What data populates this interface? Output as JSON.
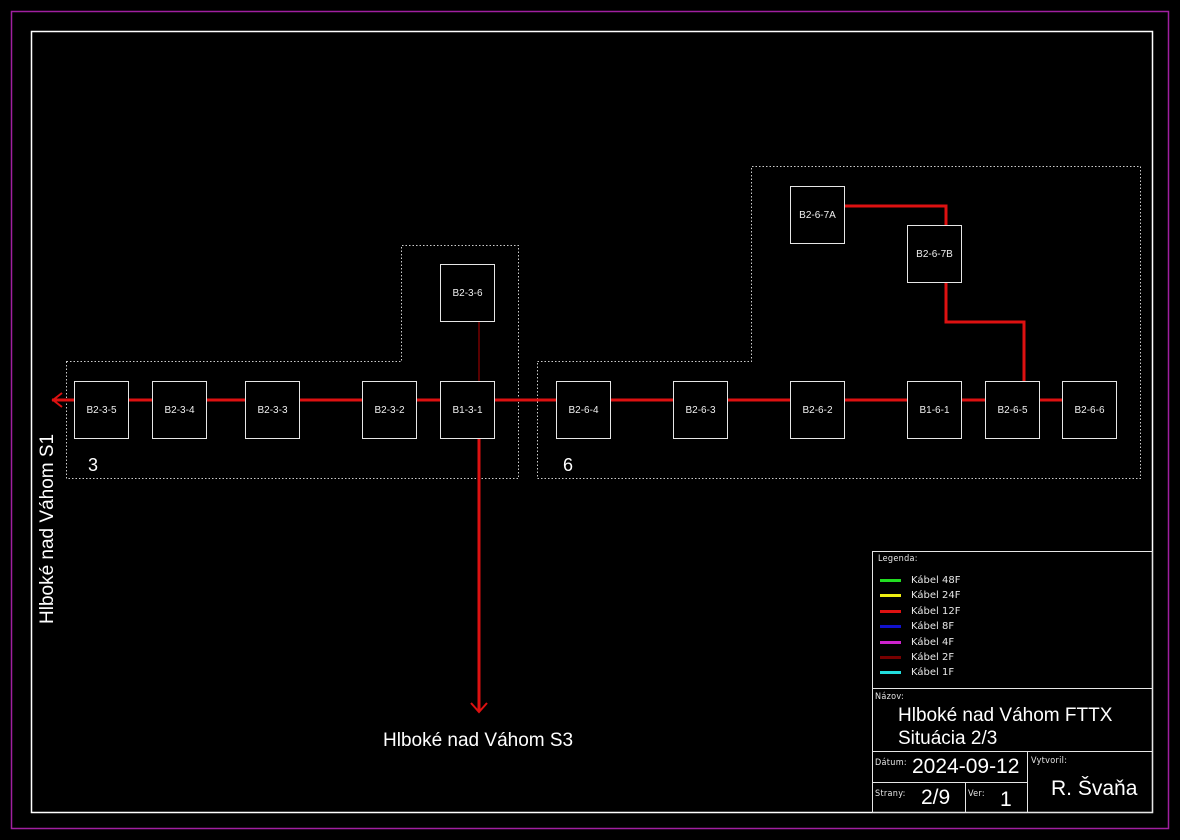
{
  "diagram": {
    "regions": [
      {
        "id": "3",
        "label": "3"
      },
      {
        "id": "6",
        "label": "6"
      }
    ],
    "nodes": [
      {
        "id": "B2-3-5",
        "label": "B2-3-5",
        "region": "3"
      },
      {
        "id": "B2-3-4",
        "label": "B2-3-4",
        "region": "3"
      },
      {
        "id": "B2-3-3",
        "label": "B2-3-3",
        "region": "3"
      },
      {
        "id": "B2-3-2",
        "label": "B2-3-2",
        "region": "3"
      },
      {
        "id": "B1-3-1",
        "label": "B1-3-1",
        "region": "3"
      },
      {
        "id": "B2-3-6",
        "label": "B2-3-6",
        "region": "3"
      },
      {
        "id": "B2-6-4",
        "label": "B2-6-4",
        "region": "6"
      },
      {
        "id": "B2-6-3",
        "label": "B2-6-3",
        "region": "6"
      },
      {
        "id": "B2-6-2",
        "label": "B2-6-2",
        "region": "6"
      },
      {
        "id": "B1-6-1",
        "label": "B1-6-1",
        "region": "6"
      },
      {
        "id": "B2-6-5",
        "label": "B2-6-5",
        "region": "6"
      },
      {
        "id": "B2-6-6",
        "label": "B2-6-6",
        "region": "6"
      },
      {
        "id": "B2-6-7A",
        "label": "B2-6-7A",
        "region": "6"
      },
      {
        "id": "B2-6-7B",
        "label": "B2-6-7B",
        "region": "6"
      }
    ],
    "edges": [
      {
        "from": "B2-3-5",
        "to": "Hlboké nad Váhom S1",
        "cable": "Kábel 12F"
      },
      {
        "from": "B2-3-5",
        "to": "B2-3-4",
        "cable": "Kábel 12F"
      },
      {
        "from": "B2-3-4",
        "to": "B2-3-3",
        "cable": "Kábel 12F"
      },
      {
        "from": "B2-3-3",
        "to": "B2-3-2",
        "cable": "Kábel 12F"
      },
      {
        "from": "B2-3-2",
        "to": "B1-3-1",
        "cable": "Kábel 12F"
      },
      {
        "from": "B1-3-1",
        "to": "B2-3-6",
        "cable": "Kábel 2F"
      },
      {
        "from": "B1-3-1",
        "to": "Hlboké nad Váhom S3",
        "cable": "Kábel 12F"
      },
      {
        "from": "B1-3-1",
        "to": "B2-6-4",
        "cable": "Kábel 12F"
      },
      {
        "from": "B2-6-4",
        "to": "B2-6-3",
        "cable": "Kábel 12F"
      },
      {
        "from": "B2-6-3",
        "to": "B2-6-2",
        "cable": "Kábel 12F"
      },
      {
        "from": "B2-6-2",
        "to": "B1-6-1",
        "cable": "Kábel 12F"
      },
      {
        "from": "B1-6-1",
        "to": "B2-6-5",
        "cable": "Kábel 12F"
      },
      {
        "from": "B2-6-5",
        "to": "B2-6-6",
        "cable": "Kábel 12F"
      },
      {
        "from": "B2-6-5",
        "to": "B2-6-7B",
        "cable": "Kábel 12F"
      },
      {
        "from": "B2-6-7B",
        "to": "B2-6-7A",
        "cable": "Kábel 12F"
      }
    ],
    "destinations": {
      "left": "Hlboké nad Váhom S1",
      "bottom": "Hlboké nad Váhom S3"
    }
  },
  "legend": {
    "title": "Legenda:",
    "items": [
      {
        "label": "Kábel 48F",
        "color": "#22dd22"
      },
      {
        "label": "Kábel 24F",
        "color": "#eeee11"
      },
      {
        "label": "Kábel 12F",
        "color": "#dd1111"
      },
      {
        "label": "Kábel 8F",
        "color": "#1111cc"
      },
      {
        "label": "Kábel 4F",
        "color": "#cc22cc"
      },
      {
        "label": "Kábel 2F",
        "color": "#770000"
      },
      {
        "label": "Kábel 1F",
        "color": "#22dddd"
      }
    ]
  },
  "title_block": {
    "name_label": "Názov:",
    "name_line1": "Hlboké nad Váhom FTTX",
    "name_line2": "Situácia 2/3",
    "date_label": "Dátum:",
    "date_value": "2024-09-12",
    "author_label": "Vytvoril:",
    "author_value": "R. Švaňa",
    "pages_label": "Strany:",
    "pages_value": "2/9",
    "version_label": "Ver:",
    "version_value": "1"
  },
  "colors": {
    "outer_border": "#a020a0",
    "frame": "#ffffff",
    "cable_12f": "#dd1111",
    "cable_2f": "#770000"
  }
}
